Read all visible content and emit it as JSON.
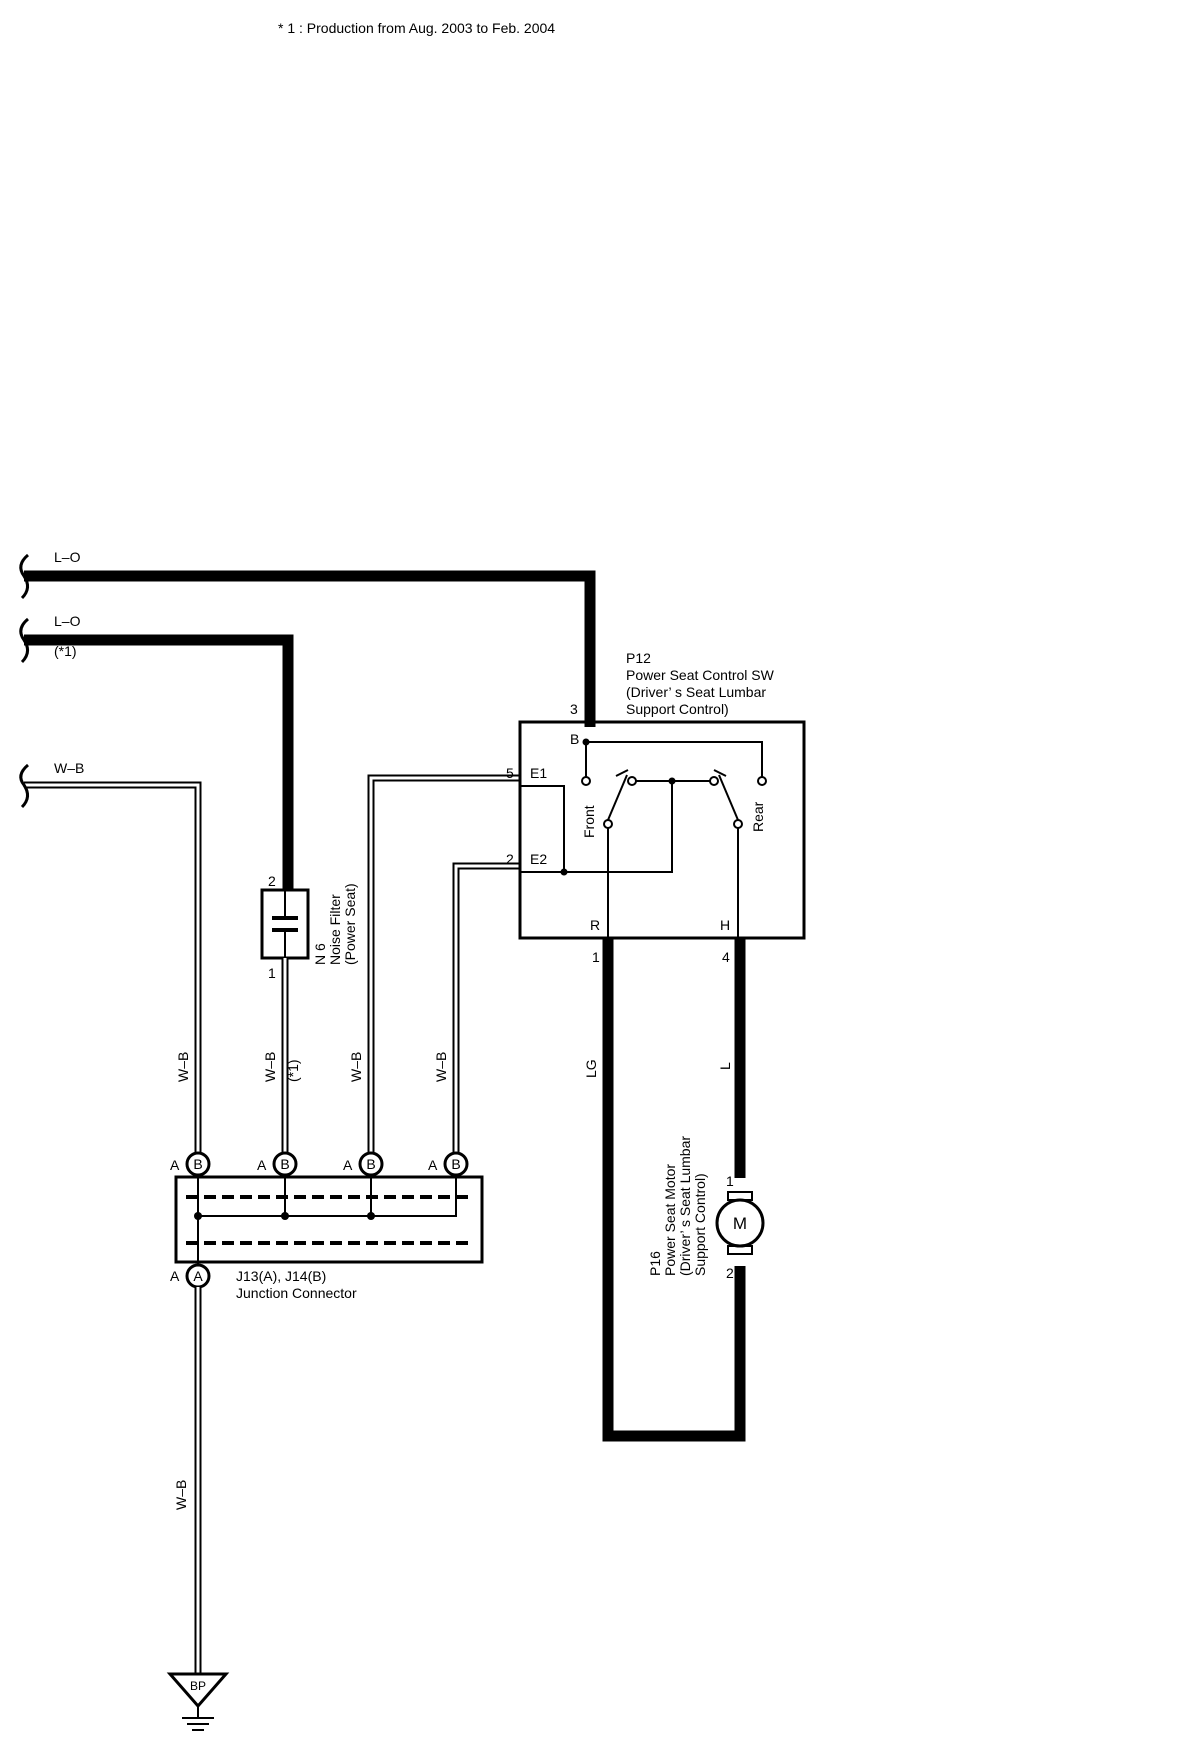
{
  "note": "* 1 : Production from Aug.  2003 to Feb.  2004",
  "wires": {
    "w1_label": "L–O",
    "w2_label": "L–O",
    "w2_sub": "(*1)",
    "w3_label": "W–B",
    "vert_wb_1": "W–B",
    "vert_wb_2": "W–B",
    "vert_wb_2_sub": "(*1)",
    "vert_wb_3": "W–B",
    "vert_wb_4": "W–B",
    "vert_wb_ground": "W–B",
    "lg": "LG",
    "l": "L"
  },
  "switch": {
    "code": "P12",
    "name": "Power Seat Control SW",
    "desc1": "(Driver’ s Seat Lumbar",
    "desc2": " Support Control)",
    "pin_3": "3",
    "term_b": "B",
    "pin_5": "5",
    "term_e1": "E1",
    "pin_2": "2",
    "term_e2": "E2",
    "term_r": "R",
    "term_h": "H",
    "pin_1": "1",
    "pin_4": "4",
    "front": "Front",
    "rear": "Rear"
  },
  "noise_filter": {
    "code": "N 6",
    "name": "Noise Filter",
    "desc": "(Power Seat)",
    "pin_top": "2",
    "pin_bottom": "1"
  },
  "junction": {
    "name1": "J13(A), J14(B)",
    "name2": "Junction Connector",
    "conn_a": "A",
    "conn_b": "B"
  },
  "motor": {
    "code": "P16",
    "name": "Power Seat Motor",
    "desc1": "(Driver’ s Seat Lumbar",
    "desc2": " Support Control)",
    "symbol": "M",
    "pin_1": "1",
    "pin_2": "2"
  },
  "ground": {
    "code": "BP"
  }
}
